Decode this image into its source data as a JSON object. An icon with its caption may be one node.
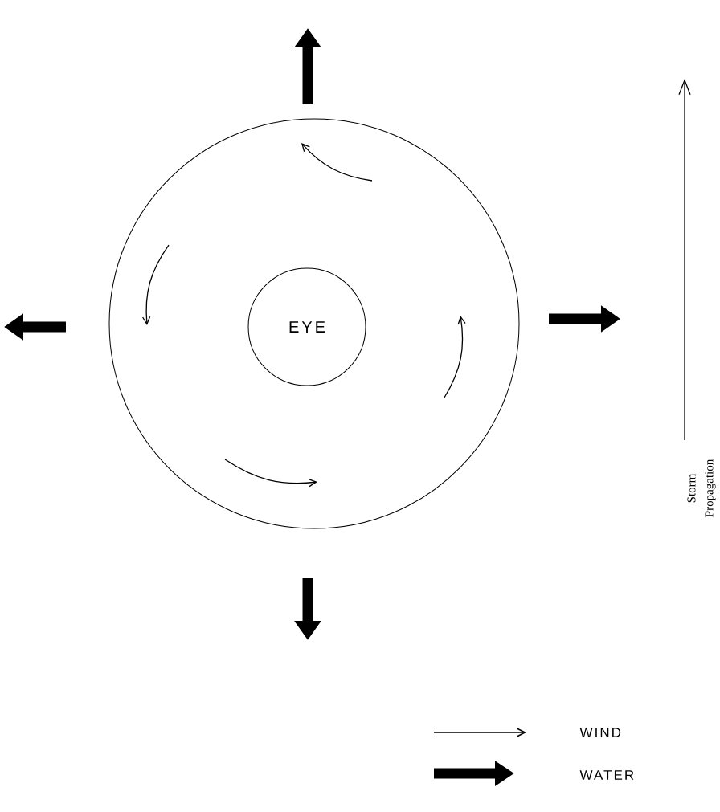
{
  "diagram": {
    "nodes": [
      {
        "text": [],
        "shape": "circle"
      },
      {
        "text": [
          "EYE"
        ],
        "in": 0
      }
    ],
    "labels": [
      "Storm Propagation"
    ],
    "legend": [
      {
        "text": "WIND"
      },
      {
        "text": "WATER"
      }
    ]
  }
}
